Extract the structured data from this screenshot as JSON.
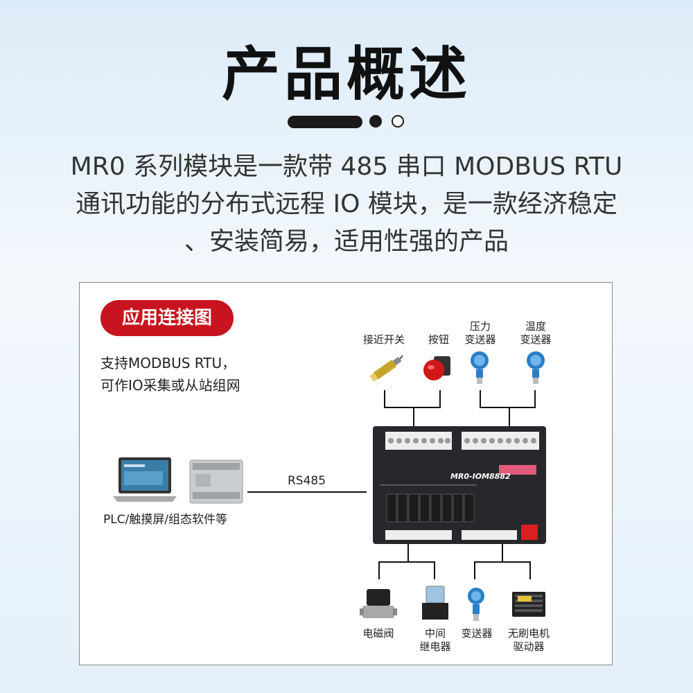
{
  "header": {
    "title": "产品概述",
    "description_lines": [
      "MR0 系列模块是一款带 485 串口 MODBUS RTU",
      "通讯功能的分布式远程 IO 模块，是一款经济稳定",
      "、安装简易，适用性强的产品"
    ]
  },
  "diagram": {
    "badge": "应用连接图",
    "support_lines": [
      "支持MODBUS RTU，",
      "可作IO采集或从站组网"
    ],
    "top_devices": [
      {
        "label_lines": [
          "接近开关"
        ],
        "icon": "proximity-switch-icon"
      },
      {
        "label_lines": [
          "按钮"
        ],
        "icon": "emergency-button-icon"
      },
      {
        "label_lines": [
          "压力",
          "变送器"
        ],
        "icon": "pressure-transmitter-icon"
      },
      {
        "label_lines": [
          "温度",
          "变送器"
        ],
        "icon": "temperature-transmitter-icon"
      }
    ],
    "bottom_devices": [
      {
        "label_lines": [
          "电磁阀"
        ],
        "icon": "solenoid-valve-icon"
      },
      {
        "label_lines": [
          "中间",
          "继电器"
        ],
        "icon": "relay-icon"
      },
      {
        "label_lines": [
          "变送器"
        ],
        "icon": "transmitter-icon"
      },
      {
        "label_lines": [
          "无刷电机",
          "驱动器"
        ],
        "icon": "motor-driver-icon"
      }
    ],
    "host_label": "PLC/触摸屏/组态软件等",
    "link_label": "RS485",
    "module_model": "MR0-IOM8882",
    "colors": {
      "badge": "#c8141e",
      "module": "#26282b",
      "accent": "#2a7fc6"
    }
  }
}
